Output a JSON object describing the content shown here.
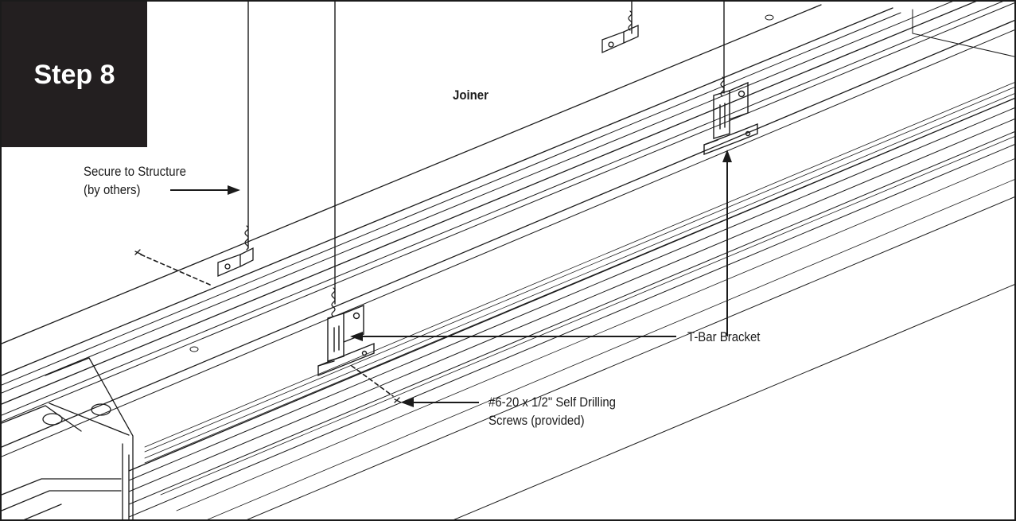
{
  "step_title": "Step 8",
  "labels": {
    "joiner": "Joiner",
    "secure_line1": "Secure to Structure",
    "secure_line2": "(by others)",
    "tbar": "T-Bar Bracket",
    "screws_line1": "#6-20 x 1/2\" Self Drilling",
    "screws_line2": "Screws (provided)"
  },
  "colors": {
    "ink": "#1b1b1b",
    "step_box": "#231f20",
    "panel": "#ffffff"
  }
}
